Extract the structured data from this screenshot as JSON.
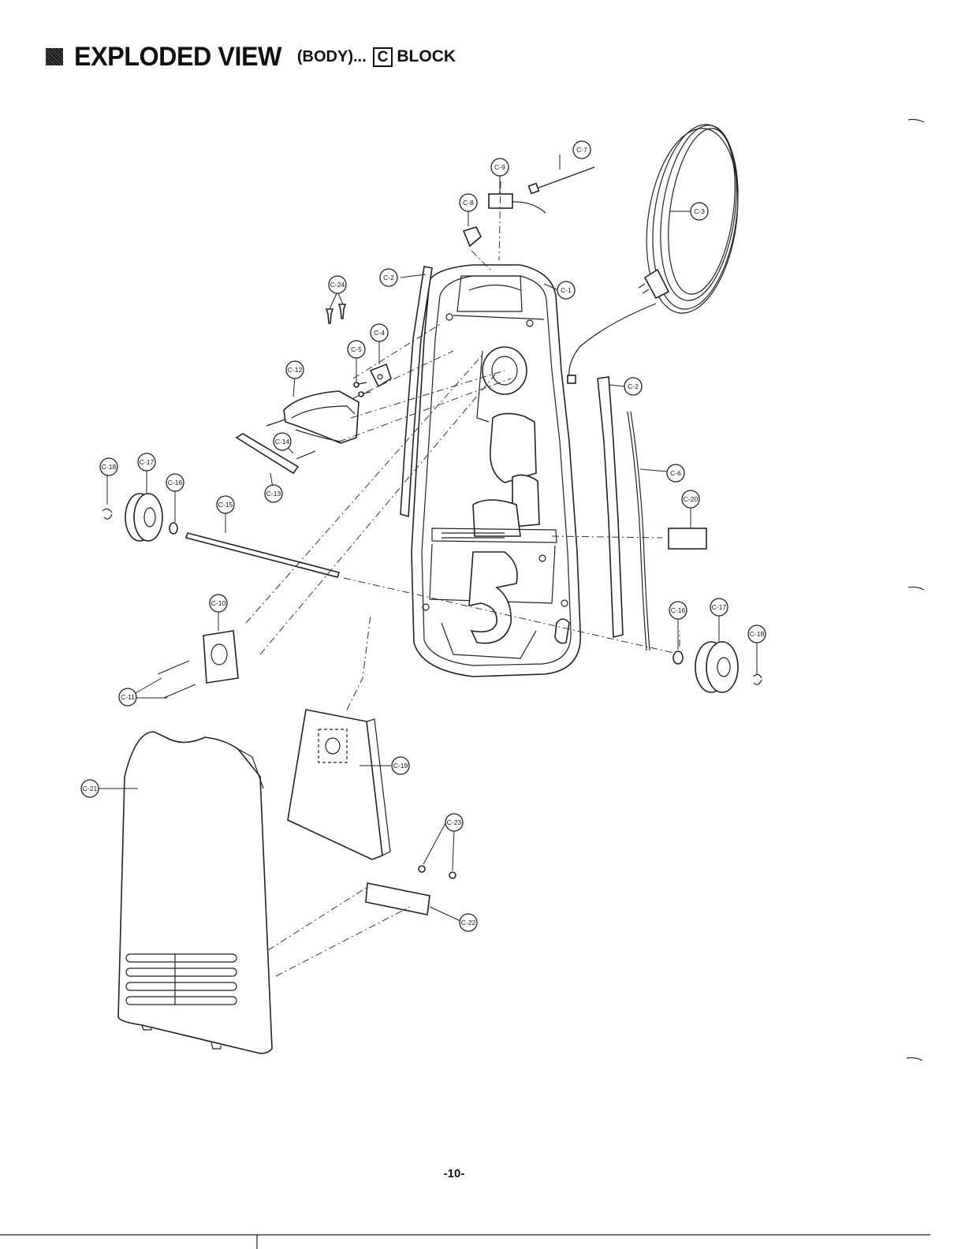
{
  "header": {
    "title_main": "EXPLODED VIEW",
    "title_sub": "(BODY)...",
    "block_letter": "C",
    "block_word": "BLOCK"
  },
  "parts": [
    {
      "label": "C-1"
    },
    {
      "label": "C-2"
    },
    {
      "label": "C-2"
    },
    {
      "label": "C-3"
    },
    {
      "label": "C-4"
    },
    {
      "label": "C-5"
    },
    {
      "label": "C-6"
    },
    {
      "label": "C-7"
    },
    {
      "label": "C-8"
    },
    {
      "label": "C-9"
    },
    {
      "label": "C-10"
    },
    {
      "label": "C-11"
    },
    {
      "label": "C-12"
    },
    {
      "label": "C-13"
    },
    {
      "label": "C-14"
    },
    {
      "label": "C-15"
    },
    {
      "label": "C-16"
    },
    {
      "label": "C-16"
    },
    {
      "label": "C-17"
    },
    {
      "label": "C-17"
    },
    {
      "label": "C-18"
    },
    {
      "label": "C-18"
    },
    {
      "label": "C-19"
    },
    {
      "label": "C-20"
    },
    {
      "label": "C-21"
    },
    {
      "label": "C-22"
    },
    {
      "label": "C-23"
    },
    {
      "label": "C-24"
    }
  ],
  "footer": {
    "page_number": "-10-"
  }
}
